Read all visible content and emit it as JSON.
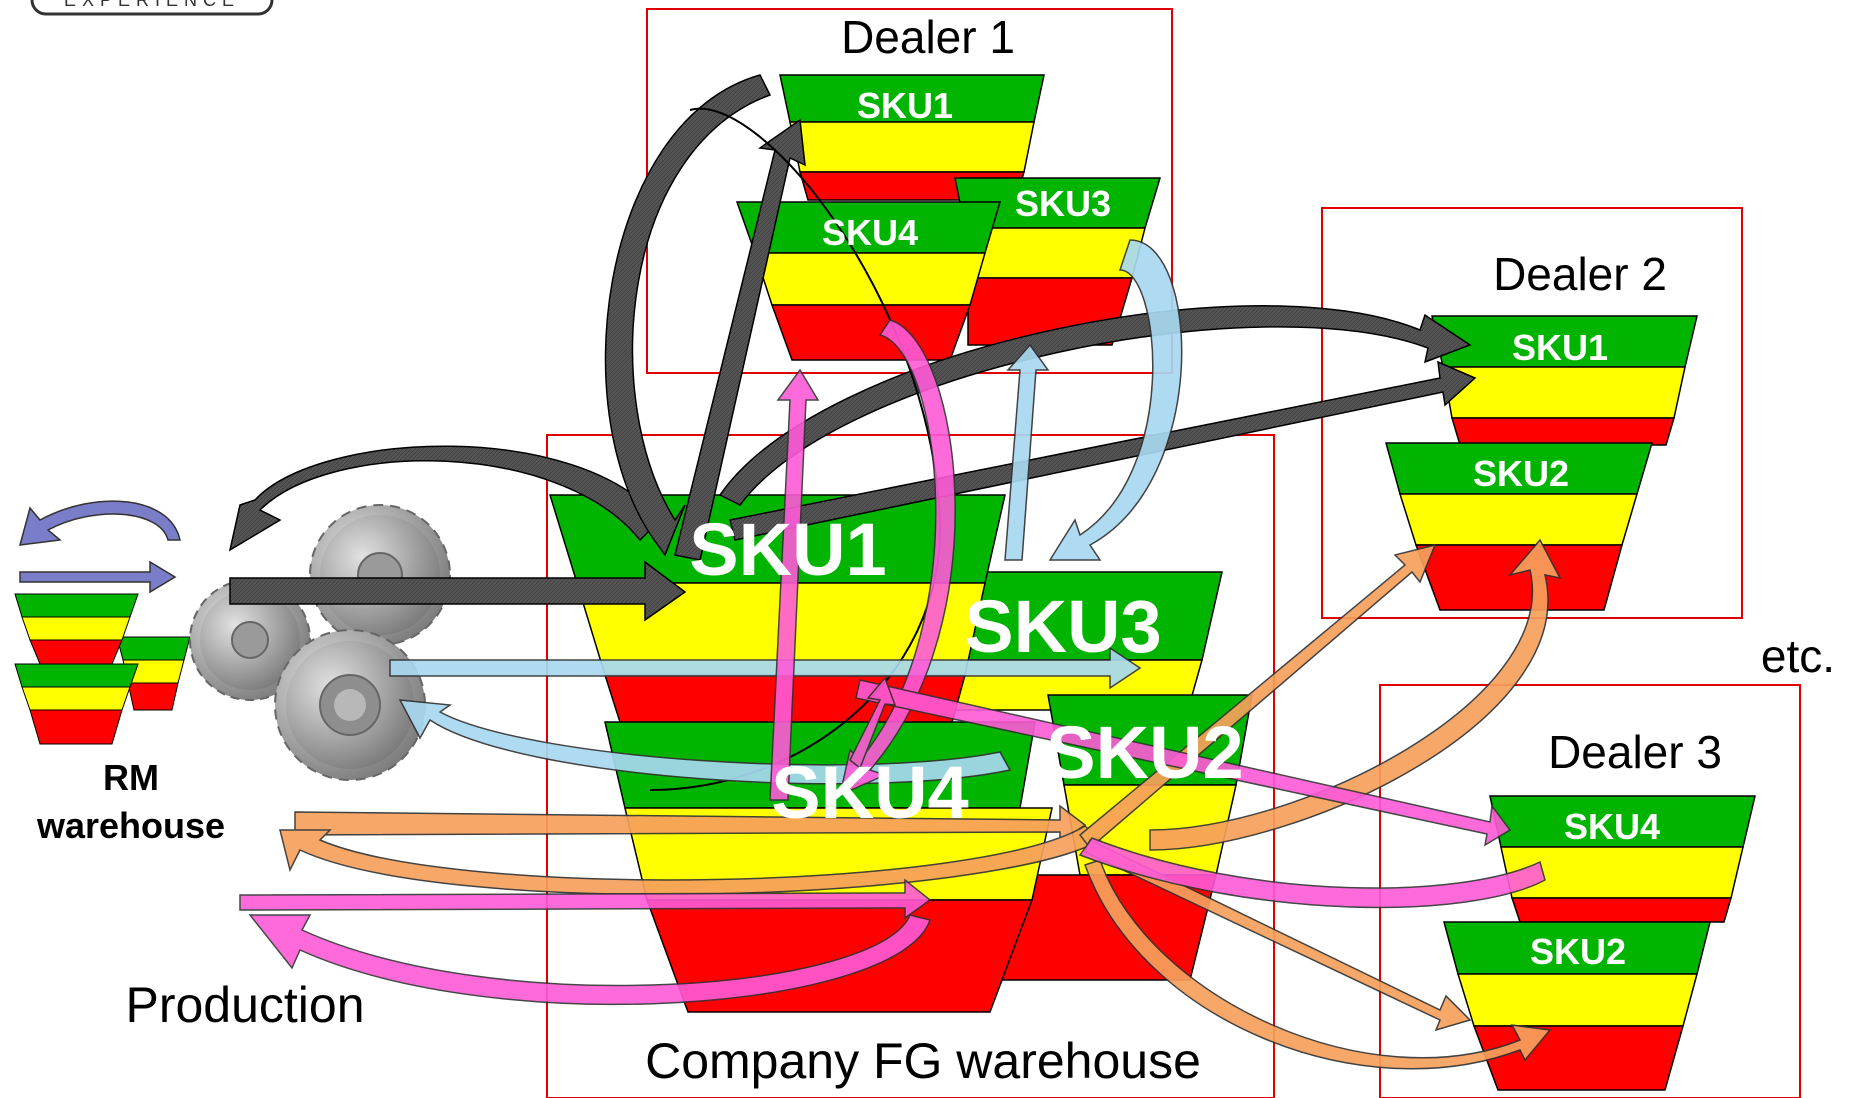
{
  "logo_text": "EXPERIENCE",
  "labels": {
    "dealer1": "Dealer 1",
    "dealer2": "Dealer 2",
    "dealer3": "Dealer 3",
    "etc": "etc.",
    "rm_line1": "RM",
    "rm_line2": "warehouse",
    "production": "Production",
    "company": "Company FG warehouse"
  },
  "sku_labels": {
    "dealer1": [
      "SKU1",
      "SKU4",
      "SKU3"
    ],
    "dealer2": [
      "SKU1",
      "SKU2"
    ],
    "dealer3": [
      "SKU4",
      "SKU2"
    ],
    "company": [
      "SKU1",
      "SKU3",
      "SKU4",
      "SKU2"
    ]
  },
  "colors": {
    "green": "#00b400",
    "yellow": "#ffff00",
    "red": "#ff0000",
    "box_border": "#e00000",
    "arrow_black": "#555555",
    "arrow_lightblue": "#a8d8f0",
    "arrow_orange": "#f7a05c",
    "arrow_magenta": "#ff5ad8",
    "arrow_navy": "#7a7ec8",
    "gear": "#8a8a8a"
  }
}
